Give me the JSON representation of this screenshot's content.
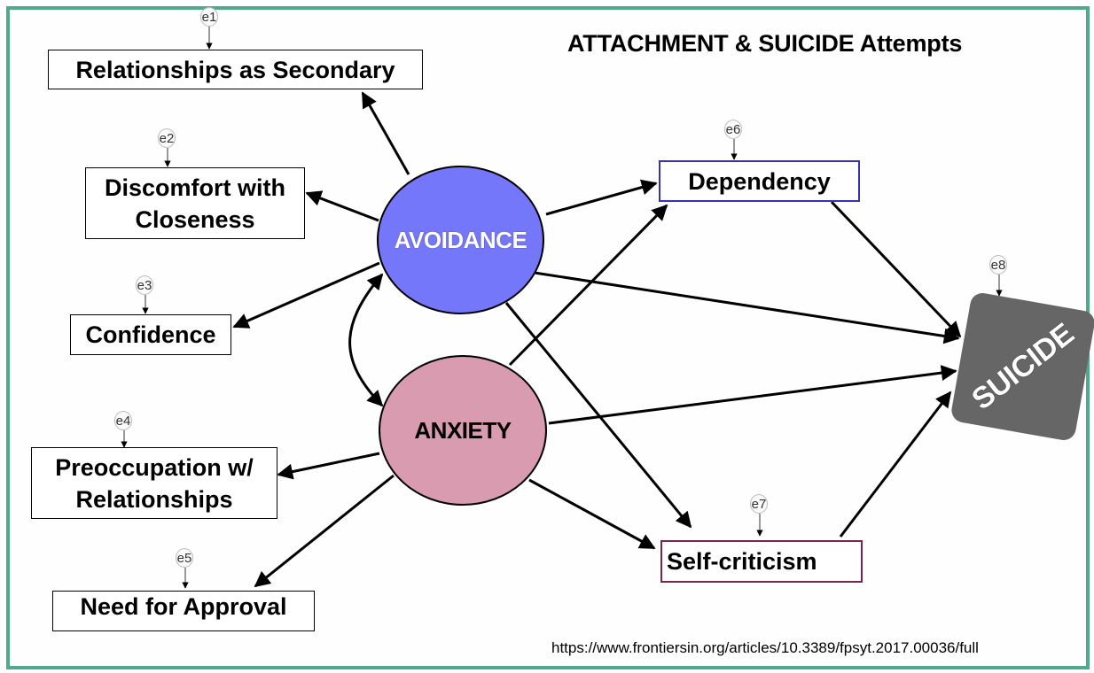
{
  "title": "ATTACHMENT & SUICIDE Attempts",
  "source_url": "https://www.frontiersin.org/articles/10.3389/fpsyt.2017.00036/full",
  "colors": {
    "frame": "#4fa98c",
    "avoidance_fill": "#7577fb",
    "anxiety_fill": "#d89bb0",
    "dependency_border": "#3333b3",
    "selfcriticism_border": "#7a2550",
    "suicide_fill": "#666666"
  },
  "latent": {
    "avoidance": "AVOIDANCE",
    "anxiety": "ANXIETY"
  },
  "indicators": [
    {
      "id": "relationships_secondary",
      "lines": [
        "Relationships as Secondary"
      ],
      "error": "e1"
    },
    {
      "id": "discomfort_closeness",
      "lines": [
        "Discomfort with",
        "Closeness"
      ],
      "error": "e2"
    },
    {
      "id": "confidence",
      "lines": [
        "Confidence"
      ],
      "error": "e3"
    },
    {
      "id": "preoccupation",
      "lines": [
        "Preoccupation w/",
        "Relationships"
      ],
      "error": "e4"
    },
    {
      "id": "need_approval",
      "lines": [
        "Need for Approval"
      ],
      "error": "e5"
    }
  ],
  "mediators": {
    "dependency": {
      "label": "Dependency",
      "error": "e6"
    },
    "self_criticism": {
      "label": "Self-criticism",
      "error": "e7"
    }
  },
  "outcome": {
    "label": "SUICIDE",
    "error": "e8"
  },
  "paths": [
    {
      "from": "AVOIDANCE",
      "to": "Relationships as Secondary"
    },
    {
      "from": "AVOIDANCE",
      "to": "Discomfort with Closeness"
    },
    {
      "from": "AVOIDANCE",
      "to": "Confidence"
    },
    {
      "from": "ANXIETY",
      "to": "Preoccupation w/ Relationships"
    },
    {
      "from": "ANXIETY",
      "to": "Need for Approval"
    },
    {
      "from": "AVOIDANCE",
      "to": "ANXIETY",
      "type": "covariance"
    },
    {
      "from": "AVOIDANCE",
      "to": "Dependency"
    },
    {
      "from": "ANXIETY",
      "to": "Dependency"
    },
    {
      "from": "AVOIDANCE",
      "to": "Self-criticism"
    },
    {
      "from": "ANXIETY",
      "to": "Self-criticism"
    },
    {
      "from": "AVOIDANCE",
      "to": "SUICIDE"
    },
    {
      "from": "ANXIETY",
      "to": "SUICIDE"
    },
    {
      "from": "Dependency",
      "to": "SUICIDE"
    },
    {
      "from": "Self-criticism",
      "to": "SUICIDE"
    }
  ]
}
